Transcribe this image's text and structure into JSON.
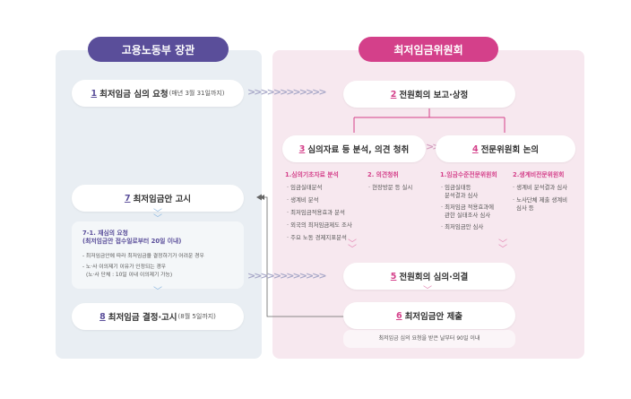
{
  "headers": {
    "left": "고용노동부 장관",
    "right": "최저임금위원회"
  },
  "steps": {
    "s1": {
      "num": "1",
      "label": "최저임금 심의 요청",
      "sub": "(매년 3월 31일까지)"
    },
    "s2": {
      "num": "2",
      "label": "전원회의 보고·상정"
    },
    "s3": {
      "num": "3",
      "label": "심의자료 등 분석, 의견 청취"
    },
    "s4": {
      "num": "4",
      "label": "전문위원회 논의"
    },
    "s5": {
      "num": "5",
      "label": "전원회의 심의·의결"
    },
    "s6": {
      "num": "6",
      "label": "최저임금안 제출"
    },
    "s7": {
      "num": "7",
      "label": "최저임금안 고시"
    },
    "s8": {
      "num": "8",
      "label": "최저임금 결정·고시",
      "sub": "(8월 5일까지)"
    }
  },
  "step3_detail": {
    "col1_title": "1.심의기초자료 분석",
    "col1_items": [
      "· 임금실태분석",
      "· 생계비 분석",
      "· 최저임금적용효과 분석",
      "· 외국의 최저임금제도 조사",
      "· 주요 노동 경제지표분석"
    ],
    "col2_title": "2. 의견청취",
    "col2_items": [
      "· 현장방문 등 실시"
    ]
  },
  "step4_detail": {
    "col1_title": "1.임금수준전문위원회",
    "col1_items": [
      "· 임금실태등",
      "분석결과 심사",
      "· 최저임금 적용효과에",
      "관한 실태조사 심사",
      "· 최저임금안 심사"
    ],
    "col2_title": "2.생계비전문위원회",
    "col2_items": [
      "· 생계비 분석결과 심사",
      "· 노사단체 제출 생계비",
      "심사 등"
    ]
  },
  "step7_detail": {
    "title": "7-1. 재심의 요청",
    "subtitle": "(최저임금안 접수일로부터 20일 이내)",
    "items": [
      "- 최저임금안에 따라 최저임금을 결정하기가 어려운 경우",
      "- 노·사 이의제기 이유가 인정되는 경우",
      "(노·사 단체 : 10일 이내 이의제기 가능)"
    ]
  },
  "step6_note": "최저임금 심의 요청을 받은 날부터 90일 이내",
  "colors": {
    "labor_ministry": "#5a4e9a",
    "commission": "#d4408a",
    "panel_left": "#e9eef3",
    "panel_right": "#f7e8ef"
  }
}
